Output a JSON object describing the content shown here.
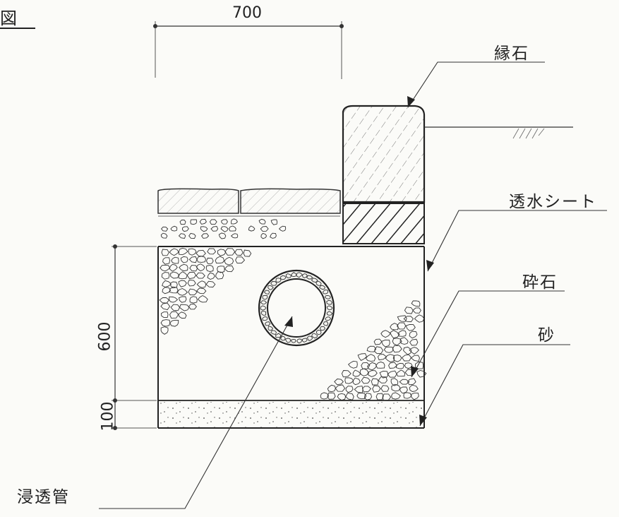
{
  "title_fragment": "図",
  "dimensions": {
    "width": "700",
    "depth_gravel": "600",
    "depth_sand": "100"
  },
  "labels": {
    "curb": "縁石",
    "permeable_sheet": "透水シート",
    "crushed_stone": "砕石",
    "sand": "砂",
    "infiltration_pipe": "浸透管"
  }
}
